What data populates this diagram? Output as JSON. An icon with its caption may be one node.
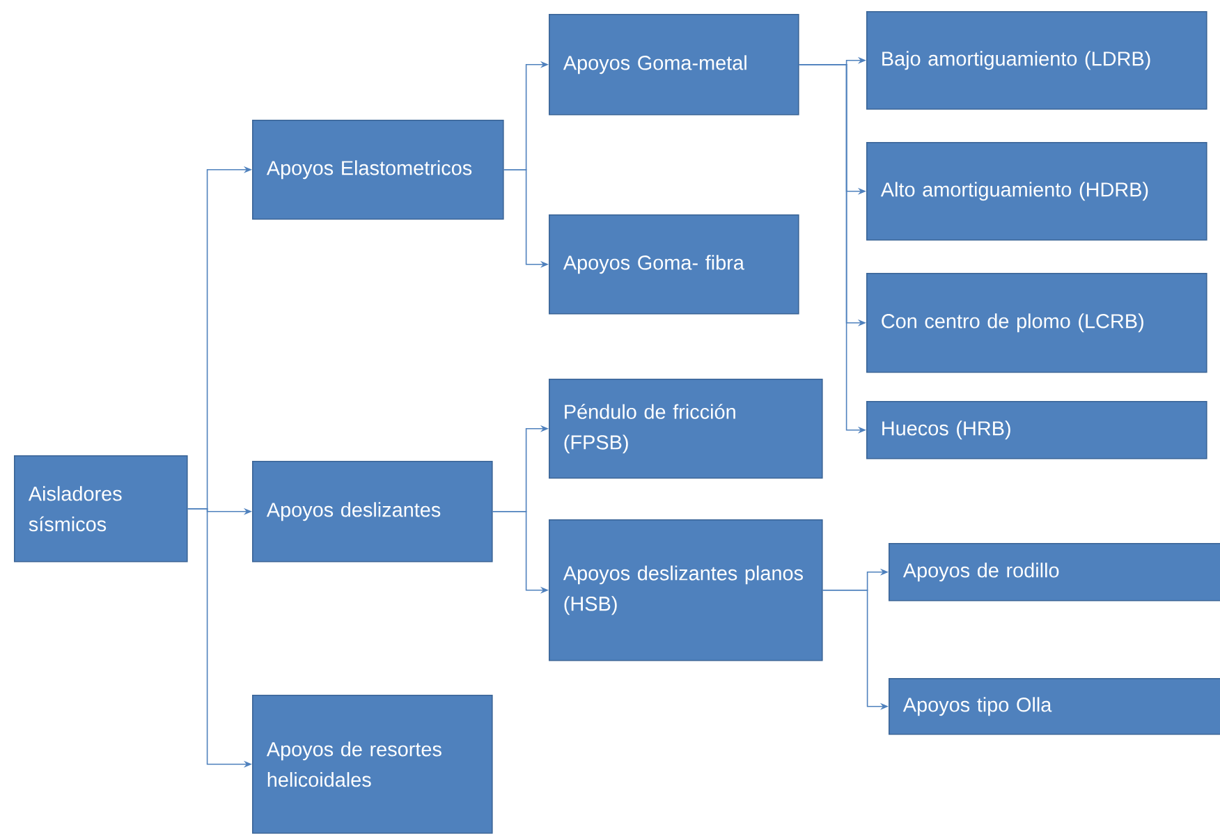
{
  "diagram": {
    "nodes": [
      {
        "text": [
          "Aisladores sísmicos"
        ]
      },
      {
        "text": [
          "Apoyos Elastometricos"
        ]
      },
      {
        "text": [
          "Apoyos deslizantes"
        ]
      },
      {
        "text": [
          "Apoyos de resortes helicoidales"
        ]
      },
      {
        "text": [
          "Apoyos Goma-metal"
        ]
      },
      {
        "text": [
          "Apoyos Goma- fibra"
        ]
      },
      {
        "text": [
          "Péndulo de fricción (FPSB)"
        ]
      },
      {
        "text": [
          "Apoyos deslizantes planos (HSB)"
        ]
      },
      {
        "text": [
          "Bajo amortiguamiento (LDRB)"
        ]
      },
      {
        "text": [
          "Alto amortiguamiento (HDRB)"
        ]
      },
      {
        "text": [
          "Con centro de plomo (LCRB)"
        ]
      },
      {
        "text": [
          "Huecos (HRB)"
        ]
      },
      {
        "text": [
          "Apoyos de rodillo"
        ]
      },
      {
        "text": [
          "Apoyos tipo Olla"
        ]
      }
    ],
    "edges": [
      {
        "from": 0,
        "to": 1,
        "arrow": "to"
      },
      {
        "from": 0,
        "to": 2,
        "arrow": "to"
      },
      {
        "from": 0,
        "to": 3,
        "arrow": "to"
      },
      {
        "from": 1,
        "to": 4,
        "arrow": "to"
      },
      {
        "from": 1,
        "to": 5,
        "arrow": "to"
      },
      {
        "from": 2,
        "to": 6,
        "arrow": "to"
      },
      {
        "from": 2,
        "to": 7,
        "arrow": "to"
      },
      {
        "from": 4,
        "to": 8,
        "arrow": "to"
      },
      {
        "from": 4,
        "to": 9,
        "arrow": "to"
      },
      {
        "from": 4,
        "to": 10,
        "arrow": "to"
      },
      {
        "from": 4,
        "to": 11,
        "arrow": "to"
      },
      {
        "from": 7,
        "to": 12,
        "arrow": "to"
      },
      {
        "from": 7,
        "to": 13,
        "arrow": "to"
      }
    ]
  }
}
